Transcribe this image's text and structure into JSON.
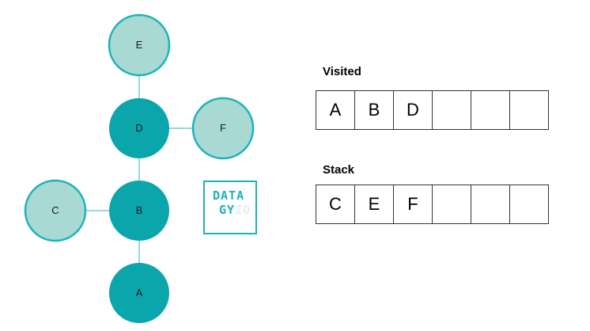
{
  "graph": {
    "nodes": [
      {
        "id": "E",
        "label": "E",
        "state": "light"
      },
      {
        "id": "D",
        "label": "D",
        "state": "dark"
      },
      {
        "id": "F",
        "label": "F",
        "state": "light"
      },
      {
        "id": "C",
        "label": "C",
        "state": "light"
      },
      {
        "id": "B",
        "label": "B",
        "state": "dark"
      },
      {
        "id": "A",
        "label": "A",
        "state": "dark"
      }
    ],
    "edges": [
      [
        "E",
        "D"
      ],
      [
        "D",
        "F"
      ],
      [
        "D",
        "B"
      ],
      [
        "C",
        "B"
      ],
      [
        "B",
        "A"
      ]
    ],
    "colors": {
      "dark_fill": "#0aa6ab",
      "light_fill": "#a9d9d3",
      "light_stroke": "#1ab3b9",
      "edge": "#7cc9cb"
    }
  },
  "logo": {
    "line1": "DATA",
    "line2_a": "GY",
    "line2_b": "IO",
    "color": "#1ab3b9"
  },
  "visited": {
    "title": "Visited",
    "cells": [
      "A",
      "B",
      "D",
      "",
      "",
      ""
    ]
  },
  "stack": {
    "title": "Stack",
    "cells": [
      "C",
      "E",
      "F",
      "",
      "",
      ""
    ]
  }
}
